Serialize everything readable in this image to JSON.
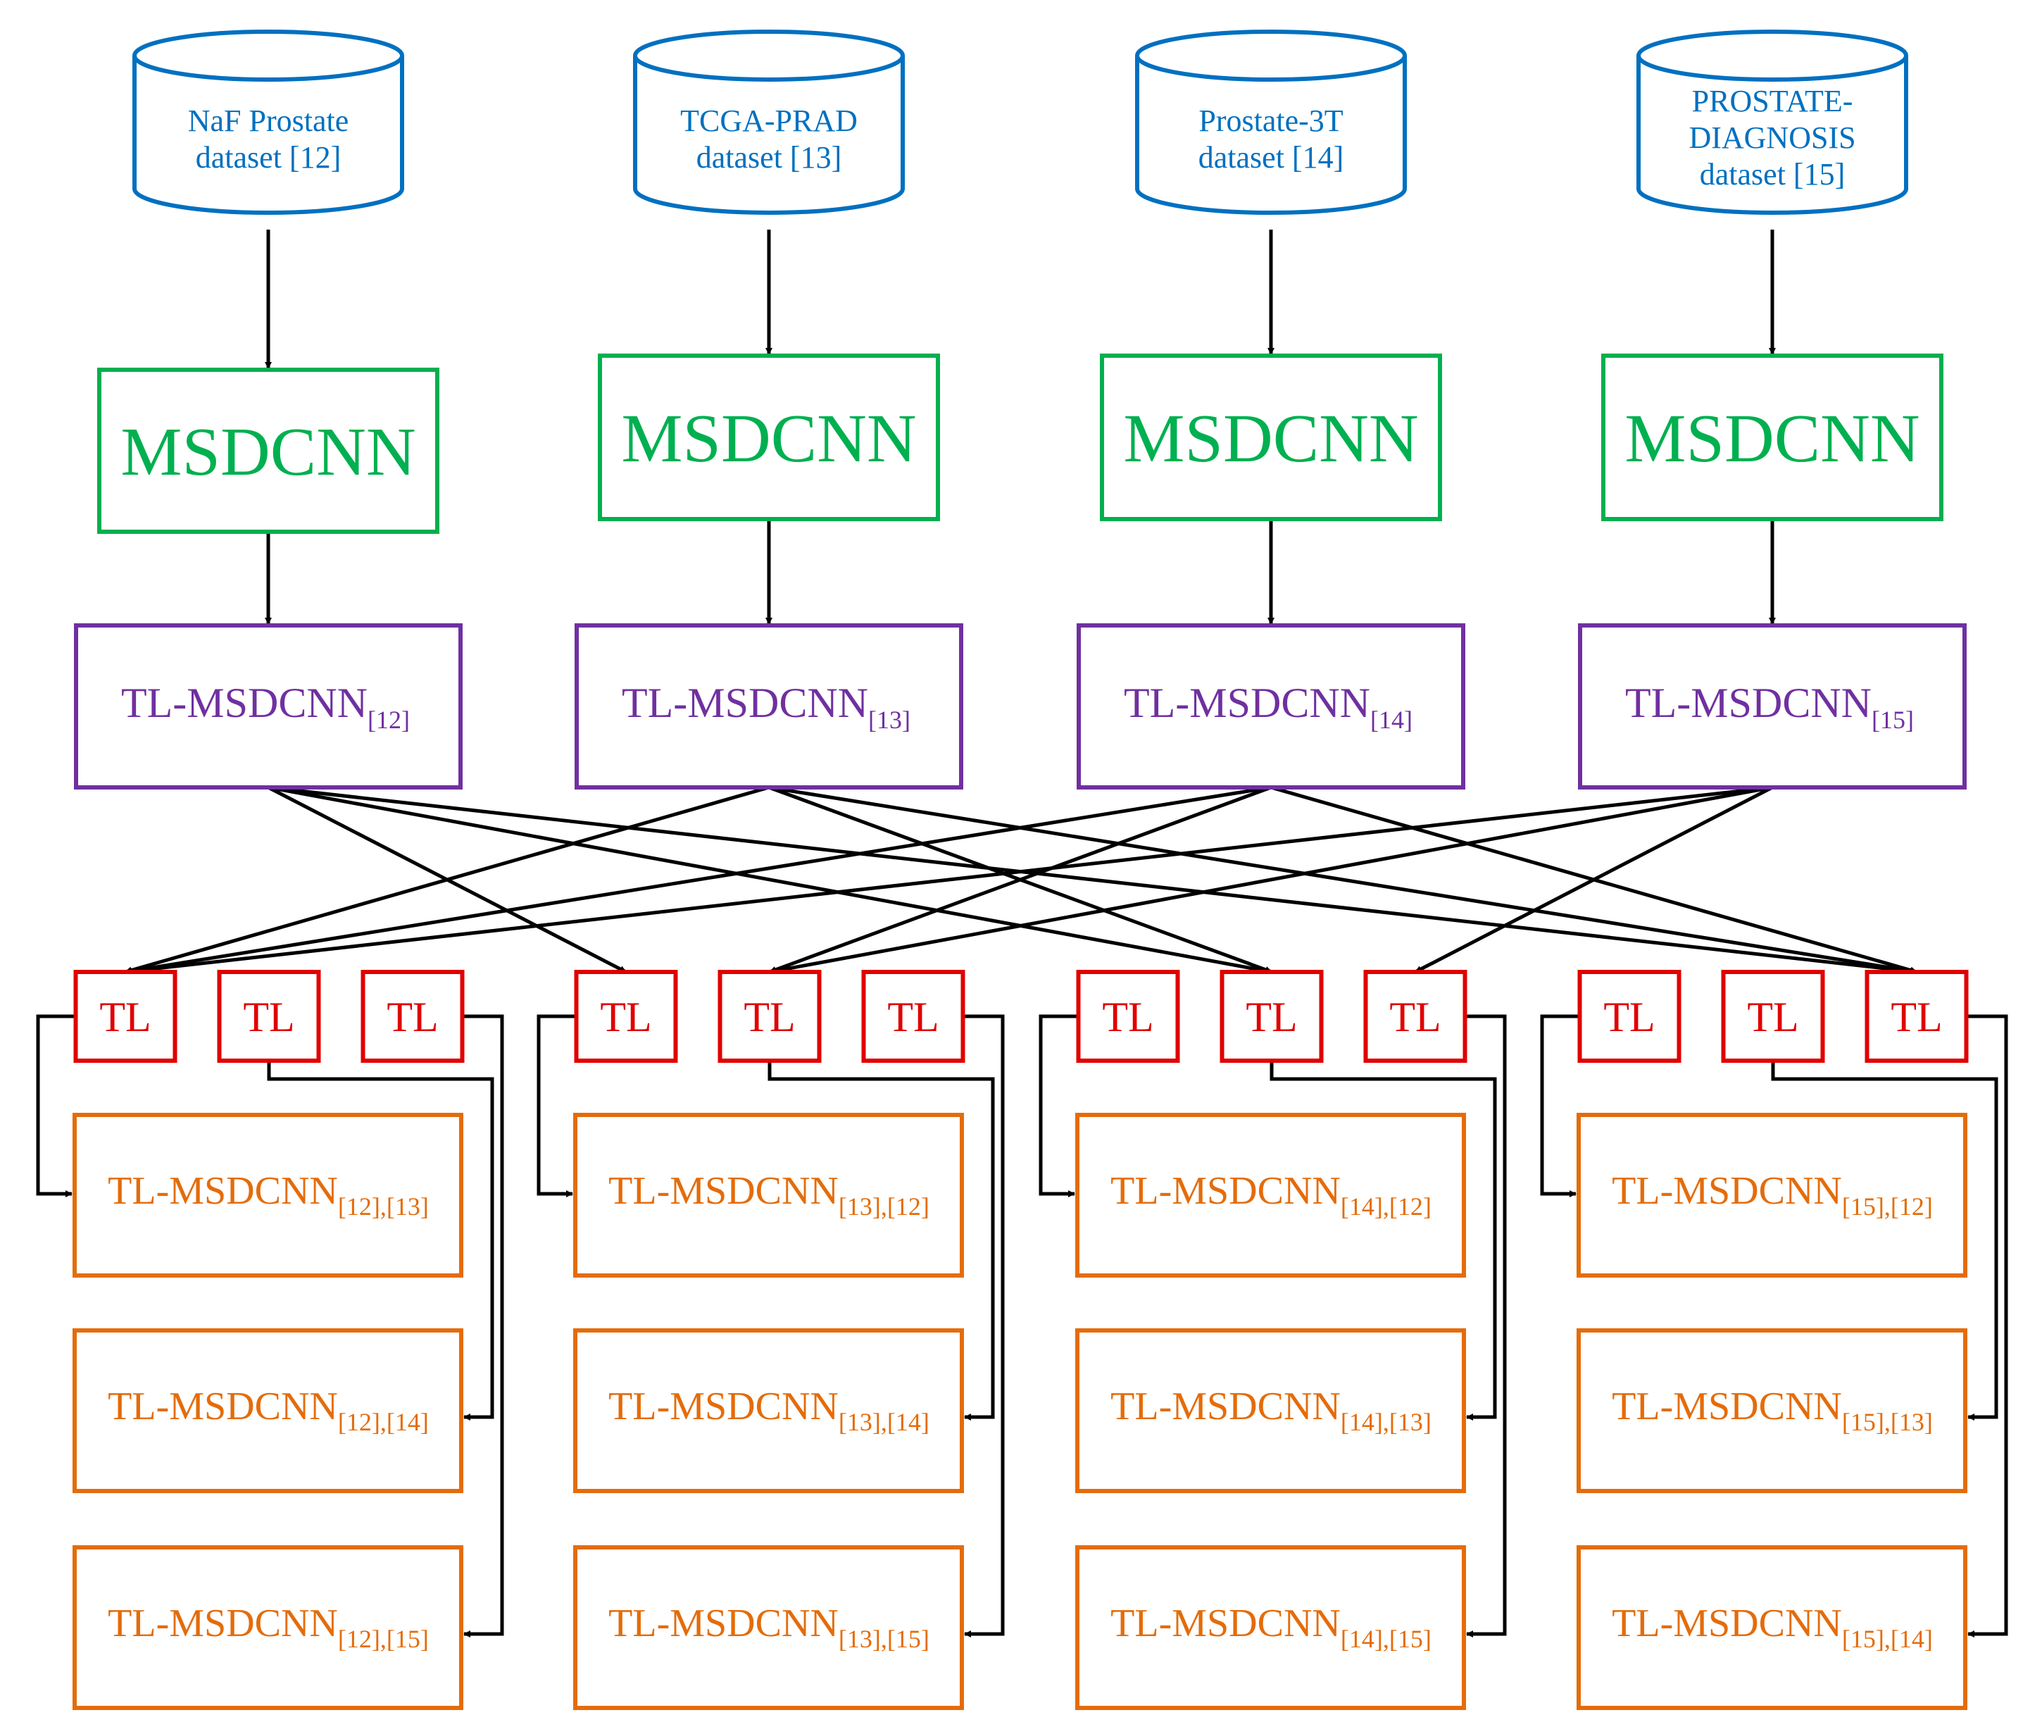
{
  "colors": {
    "dataset": "#0070c0",
    "msdcnn": "#00b050",
    "tl_model": "#7030a0",
    "tl": "#e00000",
    "output": "#e46c0a",
    "connector": "#000000"
  },
  "columns": [
    {
      "dataset_lines": [
        "NaF Prostate",
        "dataset [12]"
      ],
      "msdcnn": "MSDCNN",
      "tl_model": {
        "base": "TL-MSDCNN",
        "sub": "[12]"
      },
      "tl": [
        "TL",
        "TL",
        "TL"
      ],
      "outputs": [
        {
          "base": "TL-MSDCNN",
          "sub": "[12],[13]"
        },
        {
          "base": "TL-MSDCNN",
          "sub": "[12],[14]"
        },
        {
          "base": "TL-MSDCNN",
          "sub": "[12],[15]"
        }
      ]
    },
    {
      "dataset_lines": [
        "TCGA-PRAD",
        "dataset [13]"
      ],
      "msdcnn": "MSDCNN",
      "tl_model": {
        "base": "TL-MSDCNN",
        "sub": "[13]"
      },
      "tl": [
        "TL",
        "TL",
        "TL"
      ],
      "outputs": [
        {
          "base": "TL-MSDCNN",
          "sub": "[13],[12]"
        },
        {
          "base": "TL-MSDCNN",
          "sub": "[13],[14]"
        },
        {
          "base": "TL-MSDCNN",
          "sub": "[13],[15]"
        }
      ]
    },
    {
      "dataset_lines": [
        "Prostate-3T",
        "dataset [14]"
      ],
      "msdcnn": "MSDCNN",
      "tl_model": {
        "base": "TL-MSDCNN",
        "sub": "[14]"
      },
      "tl": [
        "TL",
        "TL",
        "TL"
      ],
      "outputs": [
        {
          "base": "TL-MSDCNN",
          "sub": "[14],[12]"
        },
        {
          "base": "TL-MSDCNN",
          "sub": "[14],[13]"
        },
        {
          "base": "TL-MSDCNN",
          "sub": "[14],[15]"
        }
      ]
    },
    {
      "dataset_lines": [
        "PROSTATE-",
        "DIAGNOSIS",
        "dataset [15]"
      ],
      "msdcnn": "MSDCNN",
      "tl_model": {
        "base": "TL-MSDCNN",
        "sub": "[15]"
      },
      "tl": [
        "TL",
        "TL",
        "TL"
      ],
      "outputs": [
        {
          "base": "TL-MSDCNN",
          "sub": "[15],[12]"
        },
        {
          "base": "TL-MSDCNN",
          "sub": "[15],[13]"
        },
        {
          "base": "TL-MSDCNN",
          "sub": "[15],[14]"
        }
      ]
    }
  ]
}
